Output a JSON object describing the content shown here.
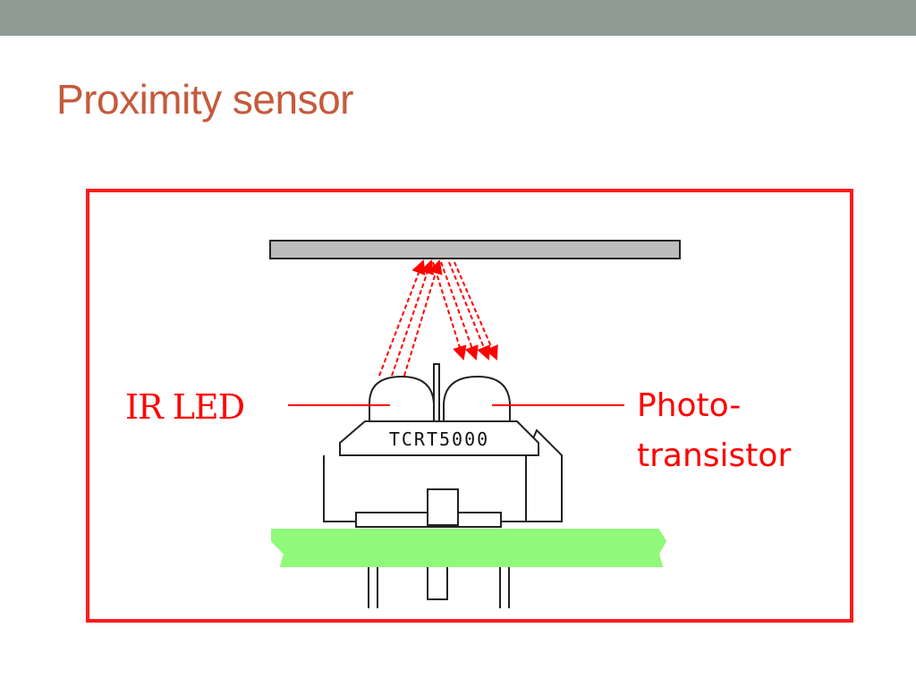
{
  "slide": {
    "title": "Proximity sensor"
  },
  "diagram": {
    "ir_led_label": "IR LED",
    "photo_label_line1": "Photo-",
    "photo_label_line2": "transistor",
    "module_marking": "TCRT5000",
    "colors": {
      "frame": "#ff1a1a",
      "beam": "#ff0000",
      "label": "#ff0000",
      "pcb": "#90f97a",
      "reflector": "#bdbdbd",
      "top_bar": "#8f9c95",
      "title": "#c55a3c"
    }
  }
}
